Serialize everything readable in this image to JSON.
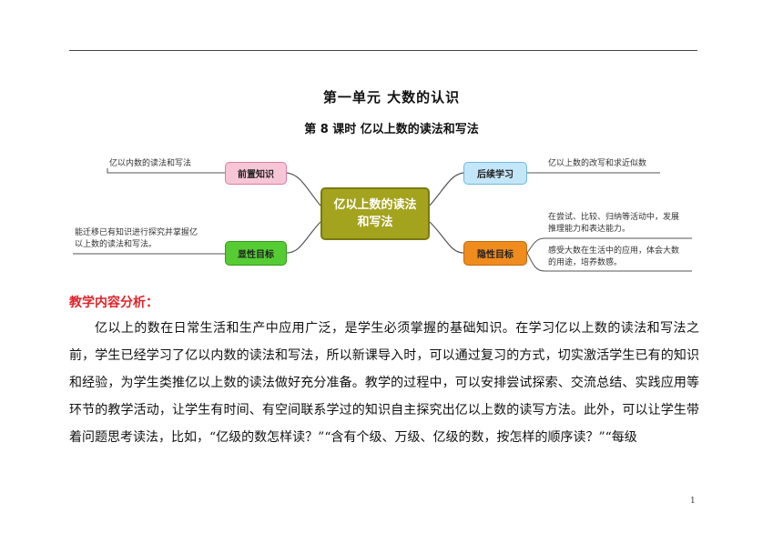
{
  "document": {
    "unit_title": "第一单元  大数的认识",
    "lesson_title": "第 8 课时  亿以上数的读法和写法",
    "mind_map": {
      "center": "亿以上数的读法和写法",
      "prior_knowledge": {
        "label": "前置知识",
        "text": "亿以内数的读法和写法"
      },
      "follow_up": {
        "label": "后续学习",
        "text": "亿以上数的改写和求近似数"
      },
      "explicit_goal": {
        "label": "显性目标",
        "text": "能迁移已有知识进行探究并掌握亿以上数的读法和写法。"
      },
      "implicit_goal": {
        "label": "隐性目标",
        "text_1": "在尝试、比较、归纳等活动中，发展推理能力和表达能力。",
        "text_2": "感受大数在生活中的应用，体会大数的用途，培养数感。"
      },
      "colors": {
        "center": "#a3a31e",
        "prior_knowledge": "#f7c6d6",
        "follow_up": "#c3e6f8",
        "explicit_goal": "#55cc33",
        "implicit_goal": "#f08b1e"
      }
    },
    "section_heading": "教学内容分析：",
    "paragraph": "亿以上的数在日常生活和生产中应用广泛，是学生必须掌握的基础知识。在学习亿以上数的读法和写法之前，学生已经学习了亿以内数的读法和写法，所以新课导入时，可以通过复习的方式，切实激活学生已有的知识和经验，为学生类推亿以上数的读法做好充分准备。教学的过程中，可以安排尝试探索、交流总结、实践应用等环节的教学活动，让学生有时间、有空间联系学过的知识自主探究出亿以上数的读写方法。此外，可以让学生带着问题思考读法，比如，“亿级的数怎样读？”“含有个级、万级、亿级的数，按怎样的顺序读？”“每级",
    "page_number": "1",
    "accent_color": "#e0242a"
  }
}
